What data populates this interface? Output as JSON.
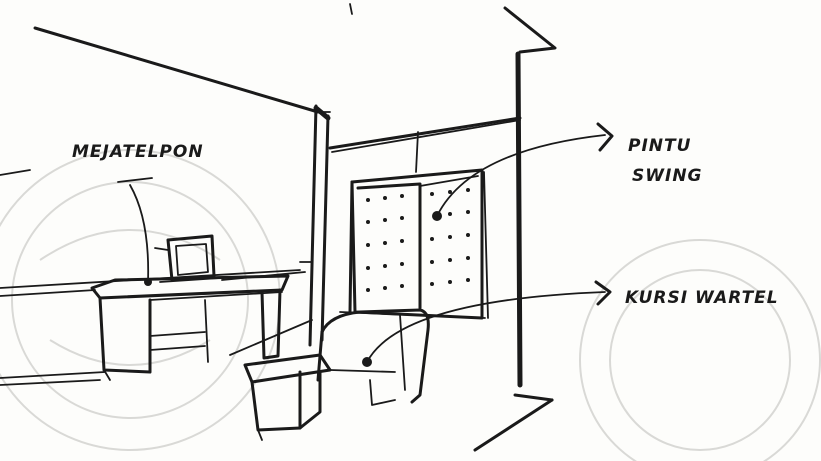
{
  "labels": {
    "meja_telpon": "MEJATELPON",
    "pintu_line1": "PINTU",
    "pintu_line2": "SWING",
    "kursi_wartel": "KURSI WARTEL"
  },
  "icons": {
    "arrow": "arrow-icon"
  },
  "colors": {
    "ink": "#1a1a1a",
    "paper": "#fdfdfb",
    "watermark": "#d9d9d6"
  }
}
